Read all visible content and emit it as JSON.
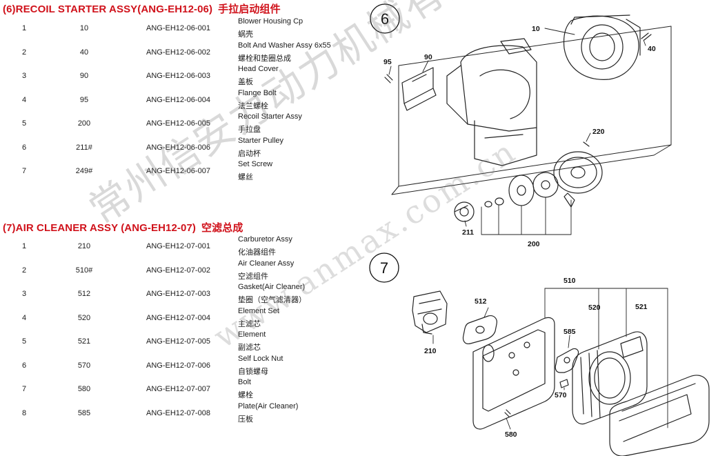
{
  "section6": {
    "title": "(6)RECOIL STARTER ASSY(ANG-EH12-06)",
    "title_zh": "手拉启动组件",
    "parts": [
      {
        "no": "1",
        "ref": "10",
        "code": "ANG-EH12-06-001",
        "en": "Blower Housing Cp",
        "zh": "蜗壳"
      },
      {
        "no": "2",
        "ref": "40",
        "code": "ANG-EH12-06-002",
        "en": "Bolt And Washer Assy 6x55",
        "zh": "螺栓和垫圈总成"
      },
      {
        "no": "3",
        "ref": "90",
        "code": "ANG-EH12-06-003",
        "en": "Head Cover",
        "zh": "盖板"
      },
      {
        "no": "4",
        "ref": "95",
        "code": "ANG-EH12-06-004",
        "en": "Flange Bolt",
        "zh": "法兰螺栓"
      },
      {
        "no": "5",
        "ref": "200",
        "code": "ANG-EH12-06-005",
        "en": "Recoil Starter Assy",
        "zh": "手拉盘"
      },
      {
        "no": "6",
        "ref": "211#",
        "code": "ANG-EH12-06-006",
        "en": "Starter Pulley",
        "zh": "启动杯"
      },
      {
        "no": "7",
        "ref": "249#",
        "code": "ANG-EH12-06-007",
        "en": "Set Screw",
        "zh": "螺丝"
      }
    ]
  },
  "section7": {
    "title": "(7)AIR CLEANER ASSY (ANG-EH12-07)",
    "title_zh": "空滤总成",
    "parts": [
      {
        "no": "1",
        "ref": "210",
        "code": "ANG-EH12-07-001",
        "en": "Carburetor Assy",
        "zh": "化油器组件"
      },
      {
        "no": "2",
        "ref": "510#",
        "code": "ANG-EH12-07-002",
        "en": "Air Cleaner Assy",
        "zh": "空滤组件"
      },
      {
        "no": "3",
        "ref": "512",
        "code": "ANG-EH12-07-003",
        "en": "Gasket(Air Cleaner)",
        "zh": "垫圈（空气滤清器）"
      },
      {
        "no": "4",
        "ref": "520",
        "code": "ANG-EH12-07-004",
        "en": "Element Set",
        "zh": "主滤芯"
      },
      {
        "no": "5",
        "ref": "521",
        "code": "ANG-EH12-07-005",
        "en": "Element",
        "zh": "副滤芯"
      },
      {
        "no": "6",
        "ref": "570",
        "code": "ANG-EH12-07-006",
        "en": "Self Lock Nut",
        "zh": "自锁螺母"
      },
      {
        "no": "7",
        "ref": "580",
        "code": "ANG-EH12-07-007",
        "en": "Bolt",
        "zh": "螺栓"
      },
      {
        "no": "8",
        "ref": "585",
        "code": "ANG-EH12-07-008",
        "en": "Plate(Air Cleaner)",
        "zh": "压板"
      }
    ]
  },
  "diagram6": {
    "badge": "6",
    "callouts": {
      "c10": "10",
      "c40": "40",
      "c95": "95",
      "c90": "90",
      "c220": "220",
      "c211": "211",
      "c200": "200"
    }
  },
  "diagram7": {
    "badge": "7",
    "callouts": {
      "c510": "510",
      "c512": "512",
      "c520": "520",
      "c521": "521",
      "c585": "585",
      "c210": "210",
      "c570": "570",
      "c580": "580"
    }
  },
  "watermark": {
    "company": "常州信安力动力机械有限公司",
    "url": "www.anmax.com.cn"
  },
  "colors": {
    "title_red": "#d0121b",
    "line_art": "#222222"
  }
}
